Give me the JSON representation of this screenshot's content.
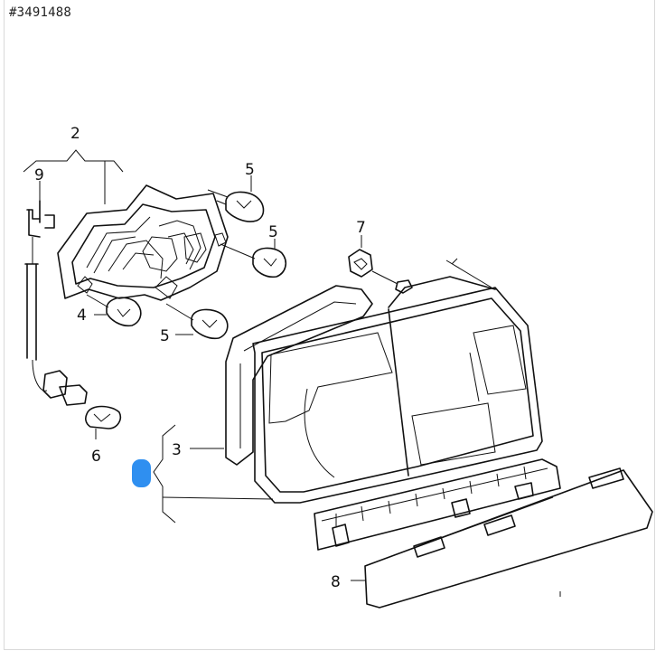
{
  "part_number": "#3491488",
  "callouts": [
    "2",
    "9",
    "5",
    "5",
    "7",
    "4",
    "5",
    "3",
    "6",
    "8"
  ],
  "hotspot_color": "#2f8ff0"
}
